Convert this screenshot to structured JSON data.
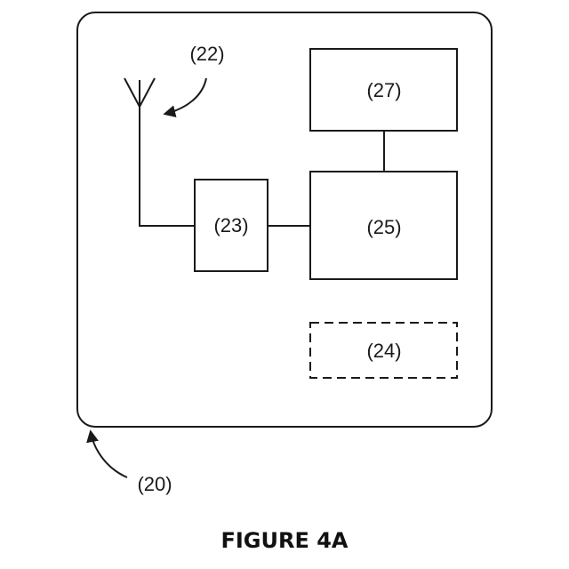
{
  "diagram": {
    "device_label": "(20)",
    "antenna_label": "(22)",
    "block_23_label": "(23)",
    "block_24_label": "(24)",
    "block_25_label": "(25)",
    "block_27_label": "(27)"
  },
  "caption": "FIGURE 4A",
  "colors": {
    "ink": "#1a1a1a",
    "background": "#ffffff"
  }
}
